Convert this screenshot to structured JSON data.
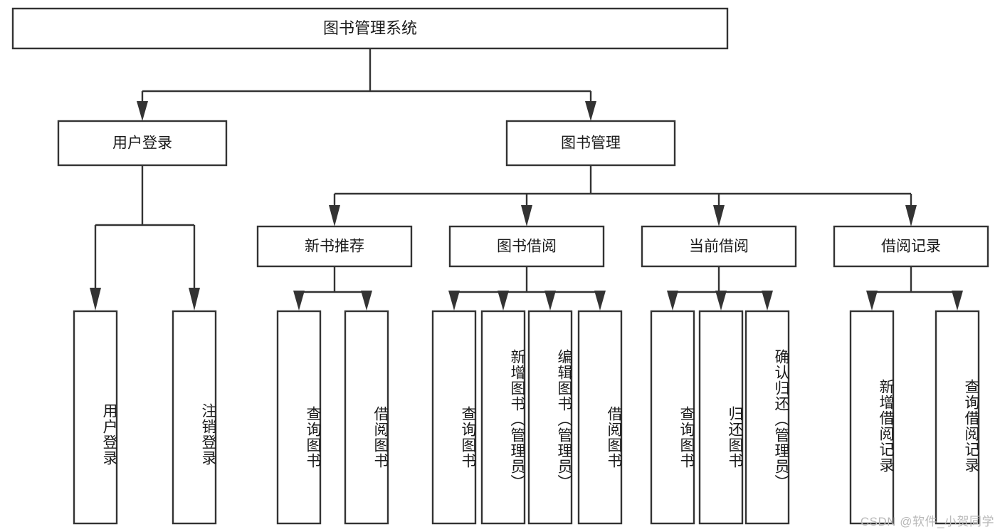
{
  "diagram": {
    "title": "图书管理系统",
    "type": "tree",
    "colors": {
      "box_stroke": "#333333",
      "box_fill": "#ffffff",
      "text": "#1a1a1a",
      "background": "#ffffff",
      "watermark": "#b9b9b9"
    },
    "root": {
      "label": "图书管理系统"
    },
    "level2": [
      {
        "label": "用户登录"
      },
      {
        "label": "图书管理"
      }
    ],
    "level3": [
      {
        "label": "新书推荐"
      },
      {
        "label": "图书借阅"
      },
      {
        "label": "当前借阅"
      },
      {
        "label": "借阅记录"
      }
    ],
    "leaves": {
      "user_login": [
        {
          "label": "用户登录"
        },
        {
          "label": "注销登录"
        }
      ],
      "new_book_recommend": [
        {
          "label": "查询图书"
        },
        {
          "label": "借阅图书"
        }
      ],
      "book_borrow": [
        {
          "label": "查询图书"
        },
        {
          "label": "新增图书（管理员）"
        },
        {
          "label": "编辑图书（管理员）"
        },
        {
          "label": "借阅图书"
        }
      ],
      "current_borrow": [
        {
          "label": "查询图书"
        },
        {
          "label": "归还图书"
        },
        {
          "label": "确认归还（管理员）"
        }
      ],
      "borrow_record": [
        {
          "label": "新增借阅记录"
        },
        {
          "label": "查询借阅记录"
        }
      ]
    }
  },
  "watermark": {
    "text": "CSDN @软件_小贺同学"
  }
}
